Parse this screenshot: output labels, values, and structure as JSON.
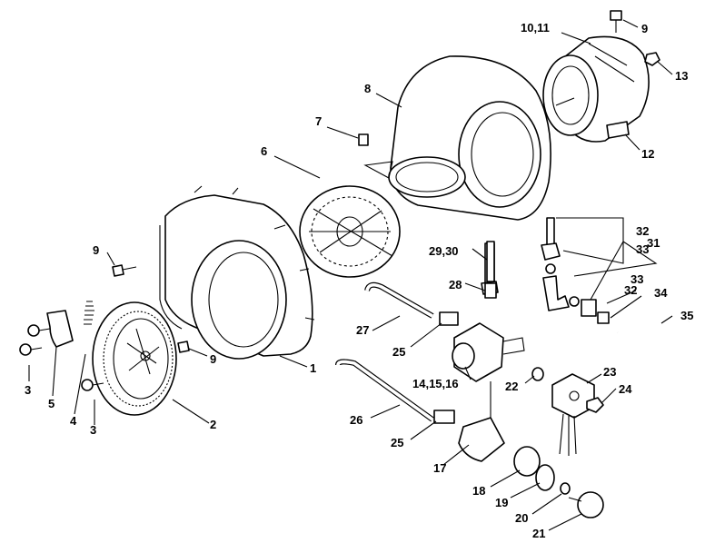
{
  "callouts": {
    "c1": "1",
    "c2": "2",
    "c3a": "3",
    "c3b": "3",
    "c4": "4",
    "c5": "5",
    "c6": "6",
    "c7": "7",
    "c8": "8",
    "c9a": "9",
    "c9b": "9",
    "c9c": "9",
    "c10_11": "10,11",
    "c12": "12",
    "c13": "13",
    "c14_16": "14,15,16",
    "c17": "17",
    "c18": "18",
    "c19": "19",
    "c20": "20",
    "c21": "21",
    "c22": "22",
    "c23": "23",
    "c24": "24",
    "c25a": "25",
    "c25b": "25",
    "c26": "26",
    "c27": "27",
    "c28": "28",
    "c29_30": "29,30",
    "c31": "31",
    "c32a": "32",
    "c32b": "32",
    "c33a": "33",
    "c33b": "33",
    "c34": "34",
    "c35": "35"
  }
}
